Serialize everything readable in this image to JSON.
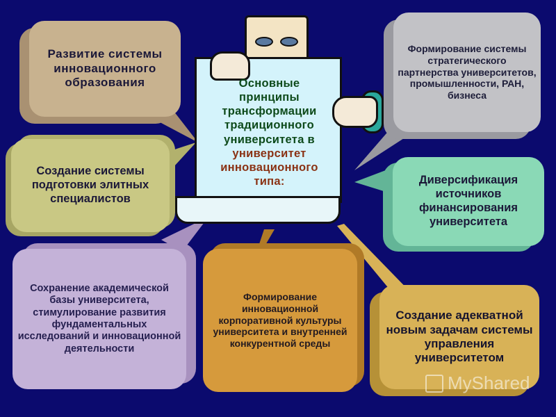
{
  "center": {
    "lines": [
      "Основные",
      "принципы",
      "трансформации",
      "традиционного",
      "университета в"
    ],
    "highlight_lines": [
      "университет",
      "инновационного",
      "типа:"
    ]
  },
  "bubbles": [
    {
      "id": "top-left",
      "text": "Развитие системы инновационного образования",
      "color": "#c8b28f"
    },
    {
      "id": "mid-left",
      "text": "Создание системы подготовки элитных специалистов",
      "color": "#c9c884"
    },
    {
      "id": "top-right",
      "text": "Формирование системы стратегического партнерства университетов, промышленности, РАН, бизнеса",
      "color": "#c2c2c6"
    },
    {
      "id": "mid-right",
      "text": "Диверсификация источников финансирования университета",
      "color": "#8ad9b6"
    },
    {
      "id": "bottom-left",
      "text": "Сохранение академической базы университета, стимулирование развития фундаментальных исследований и инновационной деятельности",
      "color": "#c4b2d8"
    },
    {
      "id": "bottom-center",
      "text": "Формирование инновационной корпоративной культуры университета и внутренней конкурентной среды",
      "color": "#d69a3c"
    },
    {
      "id": "bottom-right",
      "text": "Создание адекватной новым задачам системы управления университетом",
      "color": "#d8b257"
    }
  ],
  "watermark": "MyShared",
  "colors": {
    "background": "#0b0a6e",
    "center_text": "#0d4a1a",
    "center_highlight": "#8a3214"
  }
}
